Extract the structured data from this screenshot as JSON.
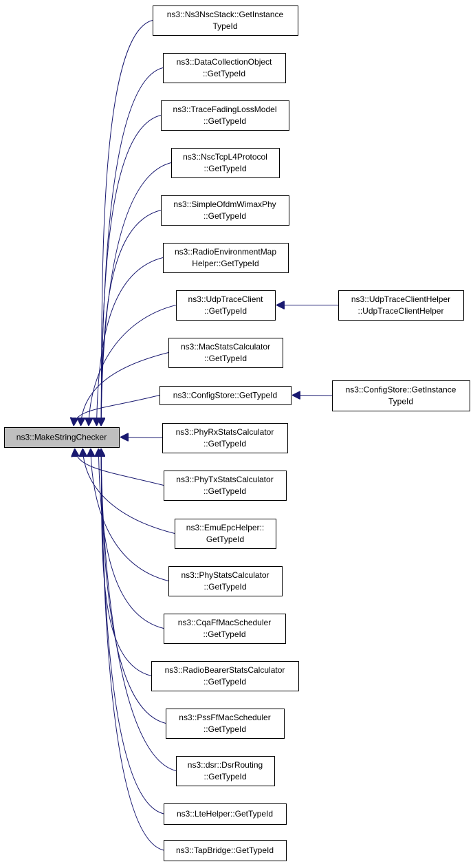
{
  "root": {
    "id": "root",
    "lines": [
      "ns3::MakeStringChecker"
    ]
  },
  "nodes": [
    {
      "id": "n1",
      "lines": [
        "ns3::Ns3NscStack::GetInstance",
        "TypeId"
      ]
    },
    {
      "id": "n2",
      "lines": [
        "ns3::DataCollectionObject",
        "::GetTypeId"
      ]
    },
    {
      "id": "n3",
      "lines": [
        "ns3::TraceFadingLossModel",
        "::GetTypeId"
      ]
    },
    {
      "id": "n4",
      "lines": [
        "ns3::NscTcpL4Protocol",
        "::GetTypeId"
      ]
    },
    {
      "id": "n5",
      "lines": [
        "ns3::SimpleOfdmWimaxPhy",
        "::GetTypeId"
      ]
    },
    {
      "id": "n6",
      "lines": [
        "ns3::RadioEnvironmentMap",
        "Helper::GetTypeId"
      ]
    },
    {
      "id": "n7",
      "lines": [
        "ns3::UdpTraceClient",
        "::GetTypeId"
      ]
    },
    {
      "id": "n8",
      "lines": [
        "ns3::MacStatsCalculator",
        "::GetTypeId"
      ]
    },
    {
      "id": "n9",
      "lines": [
        "ns3::ConfigStore::GetTypeId"
      ]
    },
    {
      "id": "n10",
      "lines": [
        "ns3::PhyRxStatsCalculator",
        "::GetTypeId"
      ]
    },
    {
      "id": "n11",
      "lines": [
        "ns3::PhyTxStatsCalculator",
        "::GetTypeId"
      ]
    },
    {
      "id": "n12",
      "lines": [
        "ns3::EmuEpcHelper::",
        "GetTypeId"
      ]
    },
    {
      "id": "n13",
      "lines": [
        "ns3::PhyStatsCalculator",
        "::GetTypeId"
      ]
    },
    {
      "id": "n14",
      "lines": [
        "ns3::CqaFfMacScheduler",
        "::GetTypeId"
      ]
    },
    {
      "id": "n15",
      "lines": [
        "ns3::RadioBearerStatsCalculator",
        "::GetTypeId"
      ]
    },
    {
      "id": "n16",
      "lines": [
        "ns3::PssFfMacScheduler",
        "::GetTypeId"
      ]
    },
    {
      "id": "n17",
      "lines": [
        "ns3::dsr::DsrRouting",
        "::GetTypeId"
      ]
    },
    {
      "id": "n18",
      "lines": [
        "ns3::LteHelper::GetTypeId"
      ]
    },
    {
      "id": "n19",
      "lines": [
        "ns3::TapBridge::GetTypeId"
      ]
    },
    {
      "id": "n20",
      "lines": [
        "ns3::UdpTraceClientHelper",
        "::UdpTraceClientHelper"
      ]
    },
    {
      "id": "n21",
      "lines": [
        "ns3::ConfigStore::GetInstance",
        "TypeId"
      ]
    }
  ],
  "edges": [
    {
      "from": "n1",
      "to": "root"
    },
    {
      "from": "n2",
      "to": "root"
    },
    {
      "from": "n3",
      "to": "root"
    },
    {
      "from": "n4",
      "to": "root"
    },
    {
      "from": "n5",
      "to": "root"
    },
    {
      "from": "n6",
      "to": "root"
    },
    {
      "from": "n7",
      "to": "root"
    },
    {
      "from": "n8",
      "to": "root"
    },
    {
      "from": "n9",
      "to": "root"
    },
    {
      "from": "n10",
      "to": "root"
    },
    {
      "from": "n11",
      "to": "root"
    },
    {
      "from": "n12",
      "to": "root"
    },
    {
      "from": "n13",
      "to": "root"
    },
    {
      "from": "n14",
      "to": "root"
    },
    {
      "from": "n15",
      "to": "root"
    },
    {
      "from": "n16",
      "to": "root"
    },
    {
      "from": "n17",
      "to": "root"
    },
    {
      "from": "n18",
      "to": "root"
    },
    {
      "from": "n19",
      "to": "root"
    },
    {
      "from": "n20",
      "to": "n7"
    },
    {
      "from": "n21",
      "to": "n9"
    }
  ],
  "colors": {
    "edge": "#191970",
    "root_fill": "#bfbfbf",
    "node_fill": "#ffffff",
    "border": "#000000"
  }
}
